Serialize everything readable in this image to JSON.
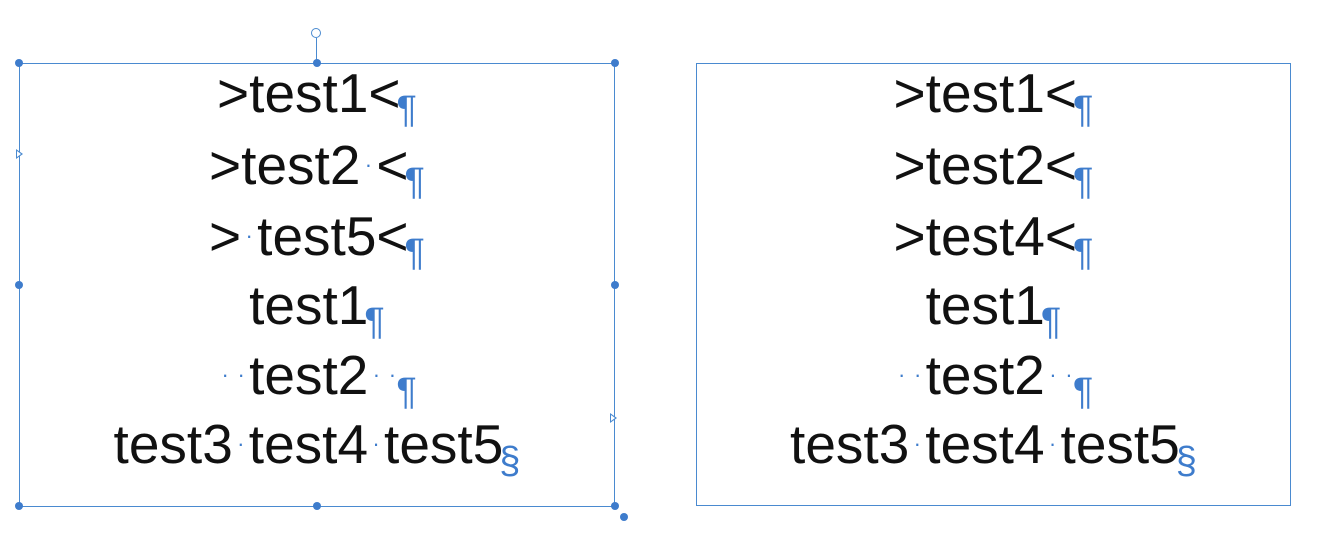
{
  "marks": {
    "pilcrow": "¶",
    "section": "§",
    "space_dot": "·"
  },
  "colors": {
    "frame": "#4a8ad0",
    "handle": "#3e7ccc",
    "text": "#111111"
  },
  "left_box": {
    "lines": [
      [
        {
          "t": ">test1<"
        }
      ],
      [
        {
          "t": ">test2"
        },
        {
          "s": 1
        },
        {
          "t": "<"
        }
      ],
      [
        {
          "t": ">"
        },
        {
          "s": 1
        },
        {
          "t": "test5<"
        }
      ],
      [
        {
          "t": "test1"
        }
      ],
      [
        {
          "s": 2
        },
        {
          "t": "test2"
        },
        {
          "s": 2
        }
      ],
      [
        {
          "t": "test3"
        },
        {
          "s": 1
        },
        {
          "t": "test4"
        },
        {
          "s": 1
        },
        {
          "t": "test5"
        }
      ]
    ]
  },
  "right_box": {
    "lines": [
      [
        {
          "t": ">test1<"
        }
      ],
      [
        {
          "t": ">test2<"
        }
      ],
      [
        {
          "t": ">test4<"
        }
      ],
      [
        {
          "t": "test1"
        }
      ],
      [
        {
          "s": 2
        },
        {
          "t": "test2"
        },
        {
          "s": 2
        }
      ],
      [
        {
          "t": "test3"
        },
        {
          "s": 1
        },
        {
          "t": "test4"
        },
        {
          "s": 1
        },
        {
          "t": "test5"
        }
      ]
    ]
  }
}
